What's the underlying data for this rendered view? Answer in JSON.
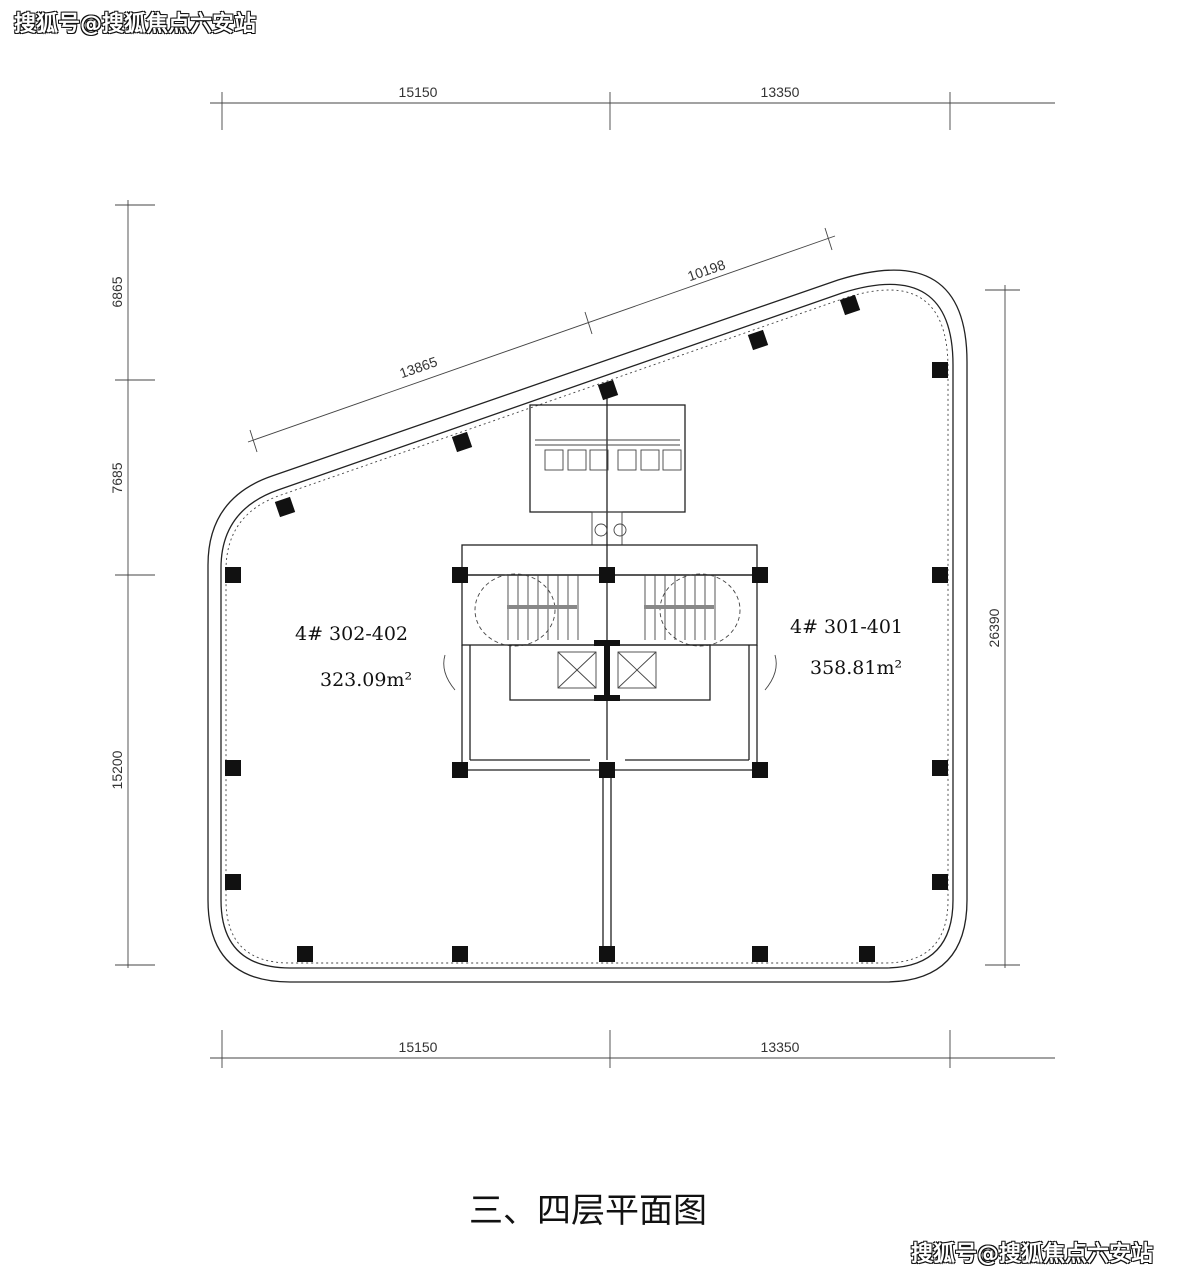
{
  "watermark": "搜狐号@搜狐焦点六安站",
  "dimensions": {
    "top": [
      "15150",
      "13350"
    ],
    "bottom": [
      "15150",
      "13350"
    ],
    "left": [
      "6865",
      "7685",
      "15200"
    ],
    "right": "26390",
    "slant": [
      "13865",
      "10198"
    ]
  },
  "units": [
    {
      "id": "4# 302-402",
      "area": "323.09m²"
    },
    {
      "id": "4# 301-401",
      "area": "358.81m²"
    }
  ],
  "title": "三、四层平面图"
}
